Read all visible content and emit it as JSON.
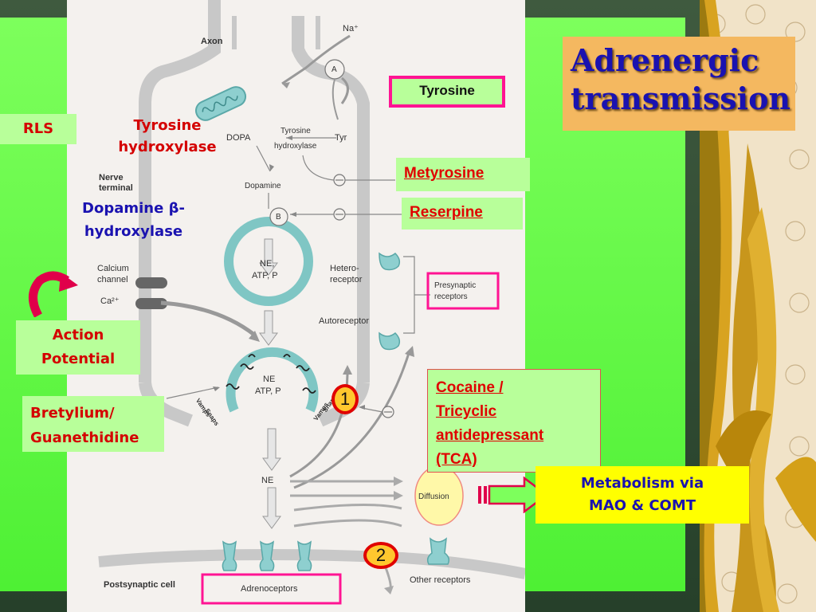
{
  "slide": {
    "title_line1": "Adrenergic",
    "title_line2": "transmission",
    "rls": "RLS",
    "tyrosine_hydroxylase_line1": "Tyrosine",
    "tyrosine_hydroxylase_line2": "hydroxylase",
    "dbh_line1": "Dopamine β-",
    "dbh_line2": "hydroxylase",
    "action_line1": "Action",
    "action_line2": "Potential",
    "bretylium_line1": "Bretylium/",
    "bretylium_line2": "Guanethidine",
    "tyrosine_box": "Tyrosine",
    "metyrosine": "Metyrosine",
    "reserpine": "Reserpine",
    "cocaine_line1": "Cocaine /",
    "cocaine_line2": "Tricyclic",
    "cocaine_line3": "antidepressant",
    "cocaine_line4": "(TCA)",
    "metabolism_line1": "Metabolism via",
    "metabolism_line2": "MAO & COMT",
    "badge1": "1",
    "badge2": "2"
  },
  "diagram": {
    "axon": "Axon",
    "na": "Na⁺",
    "a": "A",
    "tyrosine_hydroxylase_line1": "Tyrosine",
    "tyrosine_hydroxylase_line2": "hydroxylase",
    "dopa": "DOPA",
    "tyr": "Tyr",
    "nerve_terminal_line1": "Nerve",
    "nerve_terminal_line2": "terminal",
    "dopamine": "Dopamine",
    "b": "B",
    "vesicle_line1": "NE,",
    "vesicle_line2": "ATP, P",
    "calcium_line1": "Calcium",
    "calcium_line2": "channel",
    "ca": "Ca²⁺",
    "hetero_line1": "Hetero-",
    "hetero_line2": "receptor",
    "presynaptic_line1": "Presynaptic",
    "presynaptic_line2": "receptors",
    "autoreceptor": "Autoreceptor",
    "fusing_line1": "NE",
    "fusing_line2": "ATP, P",
    "ne": "NE",
    "diffusion": "Diffusion",
    "postsynaptic": "Postsynaptic cell",
    "adrenoceptors": "Adrenoceptors",
    "other_receptors": "Other receptors",
    "vamp_left1": "Vamps",
    "vamp_left2": "Snaps",
    "vamp_right1": "Vamps",
    "vamp_right2": "Snaps"
  },
  "colors": {
    "green_panel": "#5cf53d",
    "pink_box": "#ff1493",
    "label_bg": "#b8ff9a",
    "metabolism_bg": "#ffff00",
    "title_bg": "#f4b860",
    "title_text": "#1a12b0",
    "membrane": "#c8c8c8",
    "vesicle": "#7fc6c4"
  }
}
